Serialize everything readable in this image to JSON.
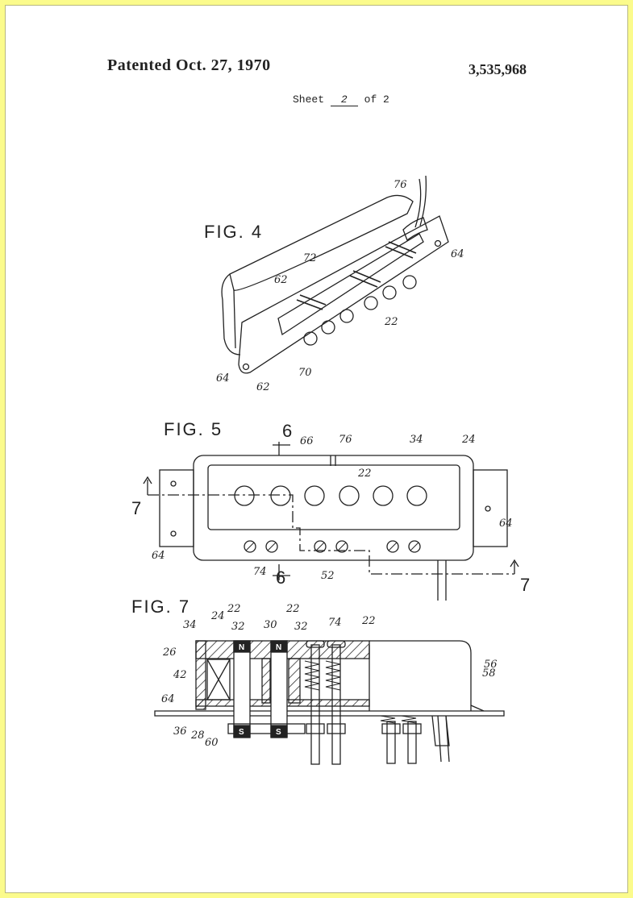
{
  "header": {
    "patented": "Patented  Oct. 27, 1970",
    "number": "3,535,968",
    "sheet_prefix": "Sheet",
    "sheet_num": "2",
    "sheet_suffix": "of 2"
  },
  "fig4": {
    "label": "FIG. 4",
    "refs": {
      "r76": "76",
      "r64a": "64",
      "r72": "72",
      "r62a": "62",
      "r22": "22",
      "r64b": "64",
      "r62b": "62",
      "r70": "70"
    }
  },
  "fig5": {
    "label": "FIG. 5",
    "refs": {
      "r66": "66",
      "r76": "76",
      "r34": "34",
      "r24": "24",
      "r22": "22",
      "r64a": "64",
      "r64b": "64",
      "r74": "74",
      "r52": "52"
    },
    "section": {
      "top6": "6",
      "bot6": "6",
      "left7": "7",
      "right7": "7"
    }
  },
  "fig7": {
    "label": "FIG. 7",
    "refs": {
      "r34": "34",
      "r24": "24",
      "r22a": "22",
      "r22b": "22",
      "r32a": "32",
      "r30": "30",
      "r32b": "32",
      "r74": "74",
      "r22c": "22",
      "r26": "26",
      "r42": "42",
      "r64": "64",
      "r36": "36",
      "r28": "28",
      "r60": "60",
      "r56": "56",
      "r58": "58"
    },
    "poles": {
      "n": "N",
      "s": "S"
    }
  }
}
